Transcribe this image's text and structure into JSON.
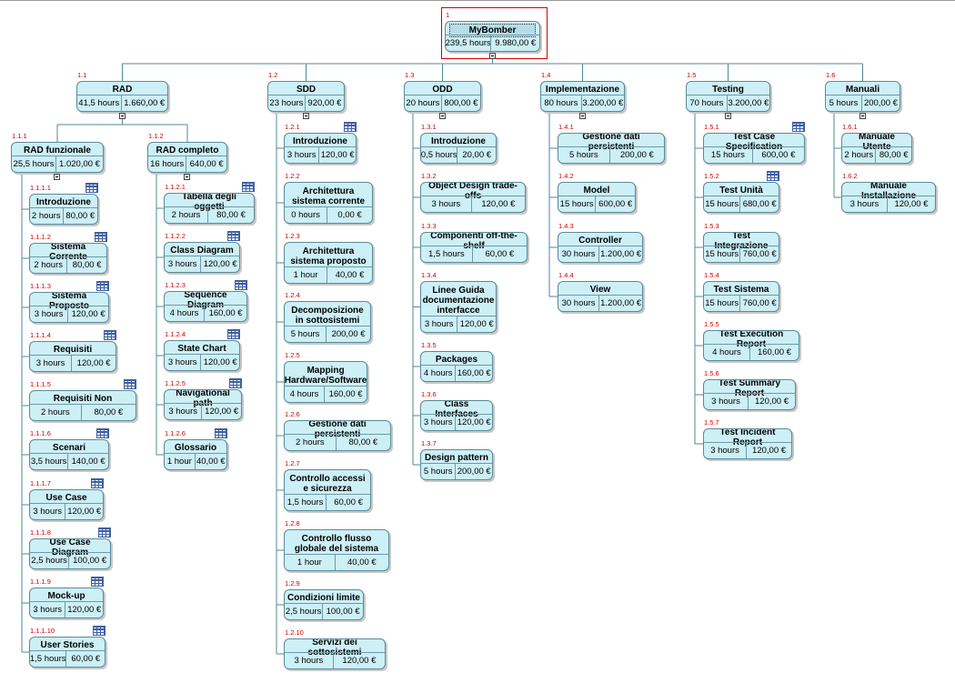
{
  "root": {
    "code": "1",
    "name": "MyBomber",
    "hours": "239,5 hours",
    "cost": "9.980,00 €"
  },
  "nodes": {
    "n1_1": {
      "code": "1.1",
      "name": "RAD",
      "hours": "41,5 hours",
      "cost": "1.660,00 €"
    },
    "n1_1_1": {
      "code": "1.1.1",
      "name": "RAD funzionale",
      "hours": "25,5 hours",
      "cost": "1.020,00 €"
    },
    "n1_1_1_1": {
      "code": "1.1.1.1",
      "name": "Introduzione",
      "hours": "2 hours",
      "cost": "80,00 €"
    },
    "n1_1_1_2": {
      "code": "1.1.1.2",
      "name": "Sistema Corrente",
      "hours": "2 hours",
      "cost": "80,00 €"
    },
    "n1_1_1_3": {
      "code": "1.1.1.3",
      "name": "Sistema Proposto",
      "hours": "3 hours",
      "cost": "120,00 €"
    },
    "n1_1_1_4": {
      "code": "1.1.1.4",
      "name": "Requisiti",
      "hours": "3 hours",
      "cost": "120,00 €"
    },
    "n1_1_1_5": {
      "code": "1.1.1.5",
      "name": "Requisiti Non",
      "hours": "2 hours",
      "cost": "80,00 €"
    },
    "n1_1_1_6": {
      "code": "1.1.1.6",
      "name": "Scenari",
      "hours": "3,5 hours",
      "cost": "140,00 €"
    },
    "n1_1_1_7": {
      "code": "1.1.1.7",
      "name": "Use Case",
      "hours": "3 hours",
      "cost": "120,00 €"
    },
    "n1_1_1_8": {
      "code": "1.1.1.8",
      "name": "Use Case Diagram",
      "hours": "2,5 hours",
      "cost": "100,00 €"
    },
    "n1_1_1_9": {
      "code": "1.1.1.9",
      "name": "Mock-up",
      "hours": "3 hours",
      "cost": "120,00 €"
    },
    "n1_1_1_10": {
      "code": "1.1.1.10",
      "name": "User Stories",
      "hours": "1,5 hours",
      "cost": "60,00 €"
    },
    "n1_1_2": {
      "code": "1.1.2",
      "name": "RAD completo",
      "hours": "16 hours",
      "cost": "640,00 €"
    },
    "n1_1_2_1": {
      "code": "1.1.2.1",
      "name": "Tabella degli oggetti",
      "hours": "2 hours",
      "cost": "80,00 €"
    },
    "n1_1_2_2": {
      "code": "1.1.2.2",
      "name": "Class Diagram",
      "hours": "3 hours",
      "cost": "120,00 €"
    },
    "n1_1_2_3": {
      "code": "1.1.2.3",
      "name": "Sequence Diagram",
      "hours": "4 hours",
      "cost": "160,00 €"
    },
    "n1_1_2_4": {
      "code": "1.1.2.4",
      "name": "State Chart",
      "hours": "3 hours",
      "cost": "120,00 €"
    },
    "n1_1_2_5": {
      "code": "1.1.2.5",
      "name": "Navigational path",
      "hours": "3 hours",
      "cost": "120,00 €"
    },
    "n1_1_2_6": {
      "code": "1.1.2.6",
      "name": "Glossario",
      "hours": "1 hour",
      "cost": "40,00 €"
    },
    "n1_2": {
      "code": "1.2",
      "name": "SDD",
      "hours": "23 hours",
      "cost": "920,00 €"
    },
    "n1_2_1": {
      "code": "1.2.1",
      "name": "Introduzione",
      "hours": "3 hours",
      "cost": "120,00 €"
    },
    "n1_2_2": {
      "code": "1.2.2",
      "name": "Architettura sistema corrente",
      "hours": "0 hours",
      "cost": "0,00 €"
    },
    "n1_2_3": {
      "code": "1.2.3",
      "name": "Architettura sistema proposto",
      "hours": "1 hour",
      "cost": "40,00 €"
    },
    "n1_2_4": {
      "code": "1.2.4",
      "name": "Decomposizione in sottosistemi",
      "hours": "5 hours",
      "cost": "200,00 €"
    },
    "n1_2_5": {
      "code": "1.2.5",
      "name": "Mapping Hardware/Software",
      "hours": "4 hours",
      "cost": "160,00 €"
    },
    "n1_2_6": {
      "code": "1.2.6",
      "name": "Gestione dati persistenti",
      "hours": "2 hours",
      "cost": "80,00 €"
    },
    "n1_2_7": {
      "code": "1.2.7",
      "name": "Controllo accessi e sicurezza",
      "hours": "1,5 hours",
      "cost": "60,00 €"
    },
    "n1_2_8": {
      "code": "1.2.8",
      "name": "Controllo flusso globale del sistema",
      "hours": "1 hour",
      "cost": "40,00 €"
    },
    "n1_2_9": {
      "code": "1.2.9",
      "name": "Condizioni limite",
      "hours": "2,5 hours",
      "cost": "100,00 €"
    },
    "n1_2_10": {
      "code": "1.2.10",
      "name": "Servizi dei sottosistemi",
      "hours": "3 hours",
      "cost": "120,00 €"
    },
    "n1_3": {
      "code": "1.3",
      "name": "ODD",
      "hours": "20 hours",
      "cost": "800,00 €"
    },
    "n1_3_1": {
      "code": "1.3.1",
      "name": "Introduzione",
      "hours": "0,5 hours",
      "cost": "20,00 €"
    },
    "n1_3_2": {
      "code": "1.3.2",
      "name": "Object Design trade-offs",
      "hours": "3 hours",
      "cost": "120,00 €"
    },
    "n1_3_3": {
      "code": "1.3.3",
      "name": "Componenti off-the-shelf",
      "hours": "1,5 hours",
      "cost": "60,00 €"
    },
    "n1_3_4": {
      "code": "1.3.4",
      "name": "Linee Guida documentazione interfacce",
      "hours": "3 hours",
      "cost": "120,00 €"
    },
    "n1_3_5": {
      "code": "1.3.5",
      "name": "Packages",
      "hours": "4 hours",
      "cost": "160,00 €"
    },
    "n1_3_6": {
      "code": "1.3.6",
      "name": "Class Interfaces",
      "hours": "3 hours",
      "cost": "120,00 €"
    },
    "n1_3_7": {
      "code": "1.3.7",
      "name": "Design pattern",
      "hours": "5 hours",
      "cost": "200,00 €"
    },
    "n1_4": {
      "code": "1.4",
      "name": "Implementazione",
      "hours": "80 hours",
      "cost": "3.200,00 €"
    },
    "n1_4_1": {
      "code": "1.4.1",
      "name": "Gestione dati persistenti",
      "hours": "5 hours",
      "cost": "200,00 €"
    },
    "n1_4_2": {
      "code": "1.4.2",
      "name": "Model",
      "hours": "15 hours",
      "cost": "600,00 €"
    },
    "n1_4_3": {
      "code": "1.4.3",
      "name": "Controller",
      "hours": "30 hours",
      "cost": "1.200,00 €"
    },
    "n1_4_4": {
      "code": "1.4.4",
      "name": "View",
      "hours": "30 hours",
      "cost": "1.200,00 €"
    },
    "n1_5": {
      "code": "1.5",
      "name": "Testing",
      "hours": "70 hours",
      "cost": "3.200,00 €"
    },
    "n1_5_1": {
      "code": "1.5.1",
      "name": "Test Case Specification",
      "hours": "15 hours",
      "cost": "600,00 €"
    },
    "n1_5_2": {
      "code": "1.5.2",
      "name": "Test Unità",
      "hours": "15 hours",
      "cost": "680,00 €"
    },
    "n1_5_3": {
      "code": "1.5.3",
      "name": "Test Integrazione",
      "hours": "15 hours",
      "cost": "760,00 €"
    },
    "n1_5_4": {
      "code": "1.5.4",
      "name": "Test Sistema",
      "hours": "15 hours",
      "cost": "760,00 €"
    },
    "n1_5_5": {
      "code": "1.5.5",
      "name": "Test Execution Report",
      "hours": "4 hours",
      "cost": "160,00 €"
    },
    "n1_5_6": {
      "code": "1.5.6",
      "name": "Test Summary Report",
      "hours": "3 hours",
      "cost": "120,00 €"
    },
    "n1_5_7": {
      "code": "1.5.7",
      "name": "Test Incident Report",
      "hours": "3 hours",
      "cost": "120,00 €"
    },
    "n1_6": {
      "code": "1.6",
      "name": "Manuali",
      "hours": "5 hours",
      "cost": "200,00 €"
    },
    "n1_6_1": {
      "code": "1.6.1",
      "name": "Manuale Utente",
      "hours": "2 hours",
      "cost": "80,00 €"
    },
    "n1_6_2": {
      "code": "1.6.2",
      "name": "Manuale Installazione",
      "hours": "3 hours",
      "cost": "120,00 €"
    }
  }
}
